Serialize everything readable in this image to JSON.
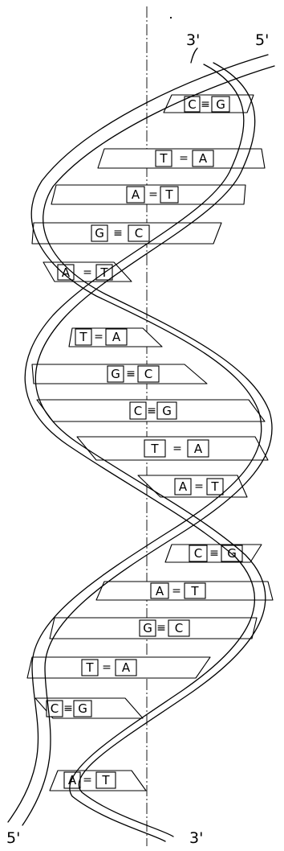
{
  "end_labels": {
    "top_left": "3'",
    "top_right": "5'",
    "bottom_left": "5'",
    "bottom_right": "3'"
  },
  "base_pairs": [
    {
      "left": "C",
      "bond": "≡",
      "right": "G"
    },
    {
      "left": "T",
      "bond": "=",
      "right": "A"
    },
    {
      "left": "A",
      "bond": "=",
      "right": "T"
    },
    {
      "left": "G",
      "bond": "≡",
      "right": "C"
    },
    {
      "left": "A",
      "bond": "=",
      "right": "T"
    },
    {
      "left": "T",
      "bond": "=",
      "right": "A"
    },
    {
      "left": "G",
      "bond": "≡",
      "right": "C"
    },
    {
      "left": "C",
      "bond": "≡",
      "right": "G"
    },
    {
      "left": "T",
      "bond": "=",
      "right": "A"
    },
    {
      "left": "A",
      "bond": "=",
      "right": "T"
    },
    {
      "left": "C",
      "bond": "≡",
      "right": "G"
    },
    {
      "left": "A",
      "bond": "=",
      "right": "T"
    },
    {
      "left": "G",
      "bond": "≡",
      "right": "C"
    },
    {
      "left": "T",
      "bond": "=",
      "right": "A"
    },
    {
      "left": "C",
      "bond": "≡",
      "right": "G"
    },
    {
      "left": "A",
      "bond": "=",
      "right": "T"
    }
  ]
}
